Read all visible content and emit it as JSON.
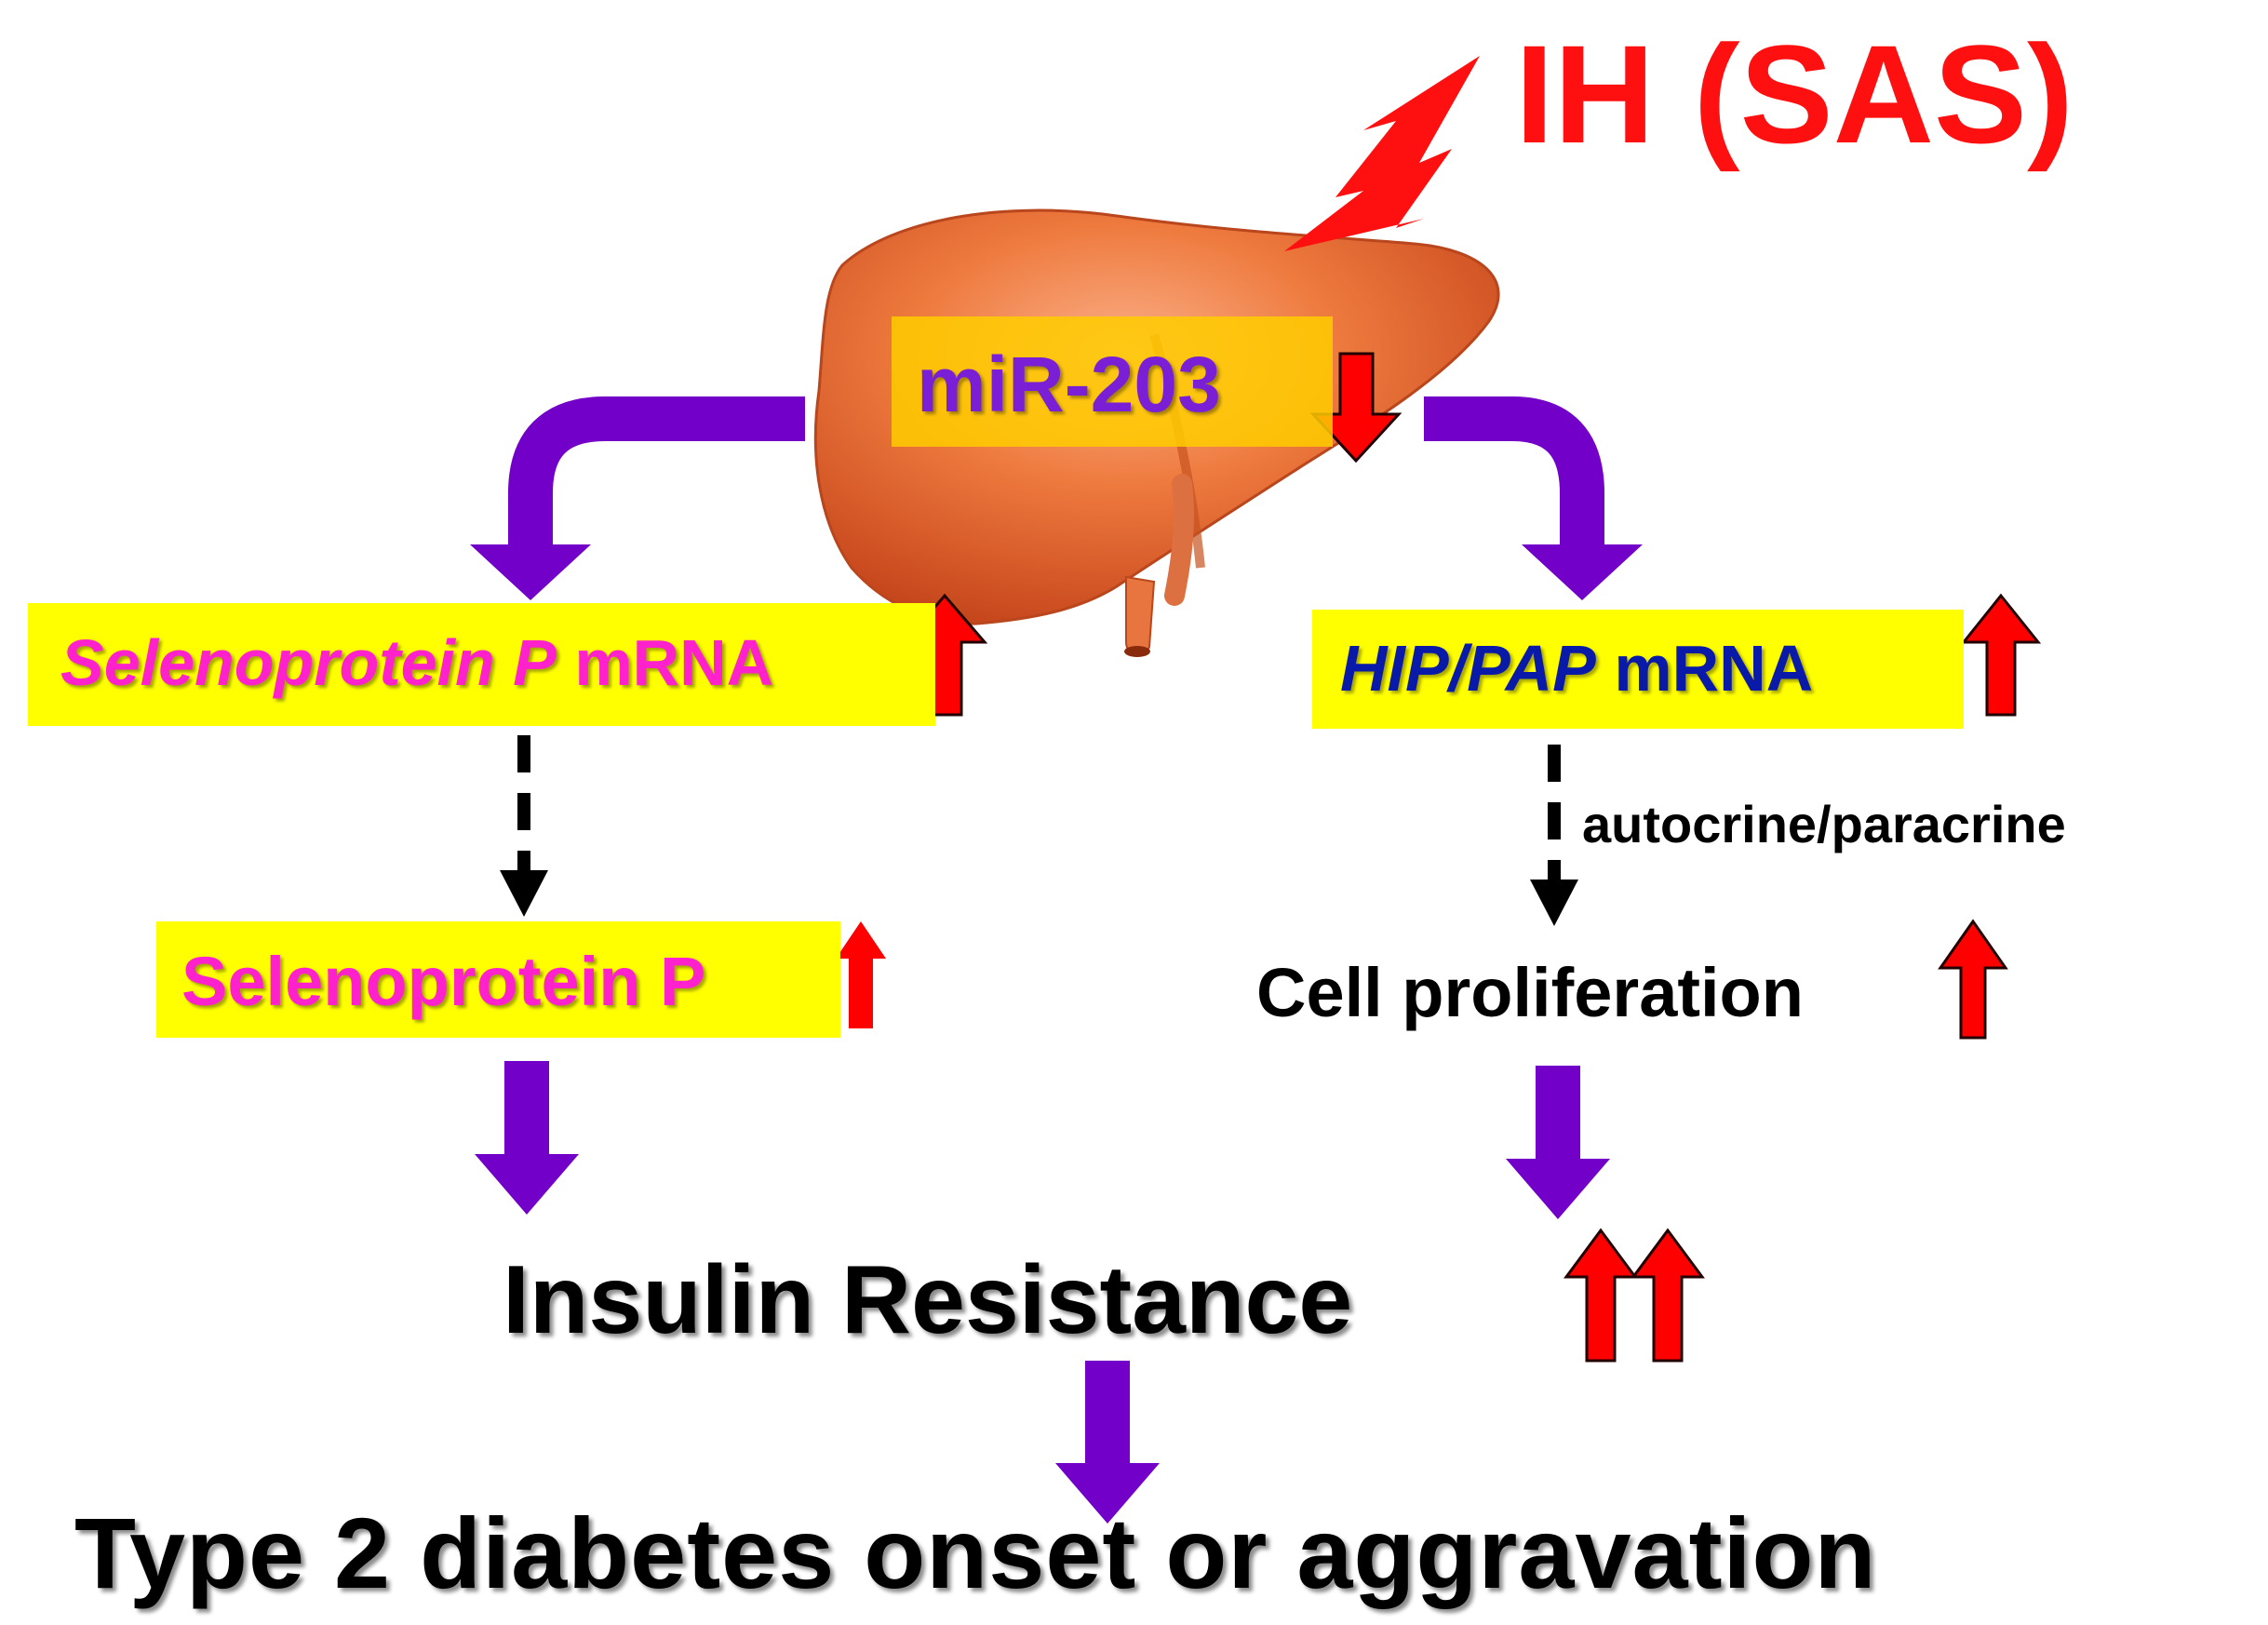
{
  "title": "IH (SAS)",
  "mirna": {
    "label": "miR-203",
    "direction": "down"
  },
  "left_branch": {
    "mrna_italic": "Selenoprotein P",
    "mrna_suffix": "mRNA",
    "protein": "Selenoprotein P"
  },
  "right_branch": {
    "mrna_italic": "HIP/PAP",
    "mrna_suffix": "mRNA",
    "signal_label": "autocrine/paracrine",
    "effect": "Cell proliferation"
  },
  "outcome": "Insulin Resistance",
  "final": "Type 2 diabetes onset or aggravation",
  "colors": {
    "title_red": "#ff1010",
    "arrow_purple": "#7200c8",
    "highlight_yellow": "#ffff00",
    "label_yellow": "#ffcc00",
    "magenta": "#ff22cc",
    "blue": "#0a1aa8",
    "purple_text": "#7a1fd6",
    "up_red": "#ff0000",
    "liver": "#e8692e"
  },
  "icons": [
    "liver-icon",
    "lightning-bolt-icon",
    "down-arrow-icon",
    "up-arrow-icon",
    "dashed-arrow-icon"
  ]
}
